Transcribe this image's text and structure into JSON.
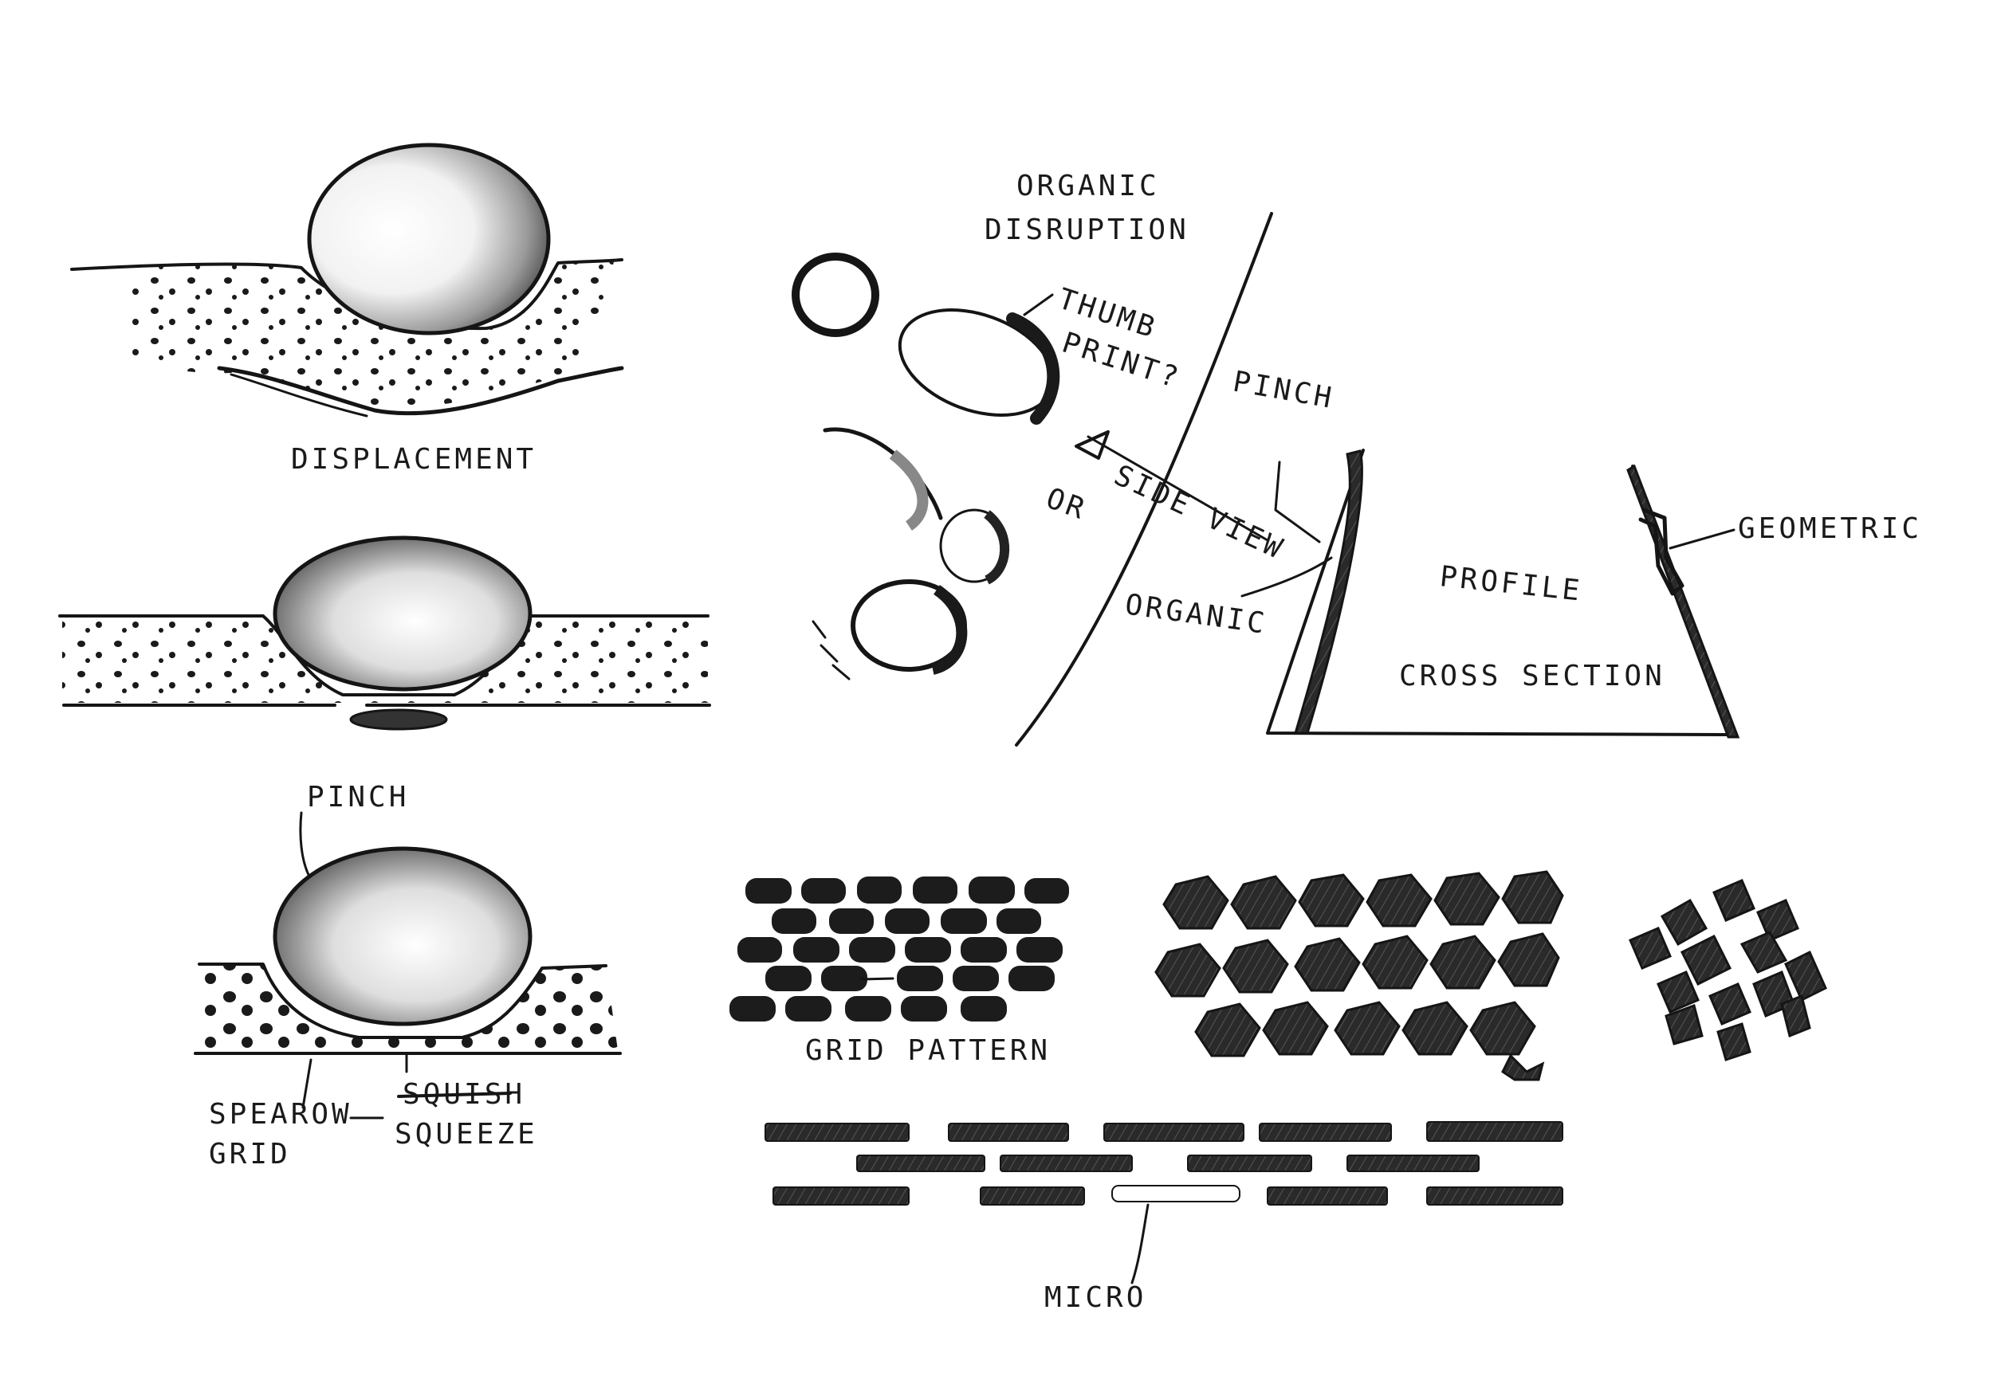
{
  "labels": {
    "displacement": "DISPLACEMENT",
    "organic_disruption_line1": "ORGANIC",
    "organic_disruption_line2": "DISRUPTION",
    "thumb_print_line1": "THUMB",
    "thumb_print_line2": "PRINT?",
    "or": "OR",
    "side_view": "SIDE VIEW",
    "pinch_right": "PINCH",
    "organic": "ORGANIC",
    "profile": "PROFILE",
    "cross_section": "CROSS SECTION",
    "geometric": "GEOMETRIC",
    "pinch_left": "PINCH",
    "spearrow_line1": "SPEAROW",
    "spearrow_line2": "GRID",
    "squish_struck": "SQUISH",
    "squeeze": "SQUEEZE",
    "grid_pattern": "GRID PATTERN",
    "micro": "MICRO"
  },
  "colors": {
    "ink": "#151515",
    "paper": "#ffffff",
    "marker_grey": "#7a7a7a"
  }
}
